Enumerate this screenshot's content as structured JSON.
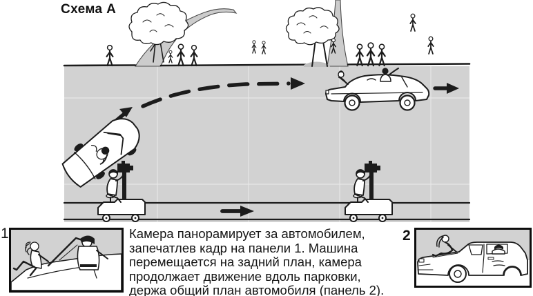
{
  "title": "Схема А",
  "panels": [
    {
      "label": "1"
    },
    {
      "label": "2"
    }
  ],
  "caption": {
    "lines": [
      "Камера панорамирует за автомобилем,",
      "запечатлев кадр на панели 1. Машина",
      "перемещается на задний план, камера",
      "продолжает движение вдоль парковки,",
      "держа общий план автомобиля (панель 2)."
    ]
  },
  "colors": {
    "ink": "#1c1c1c",
    "parking_lot": "#d2d2d2",
    "road": "#cccccc"
  },
  "scene": {
    "elements": [
      "trees",
      "pedestrians",
      "branch-road",
      "side-road",
      "parking-lot",
      "foreground-convertible",
      "dashed-pan-path-arrow",
      "background-car",
      "forward-arrows",
      "dolly-track",
      "camera-dolly-operator-left",
      "camera-dolly-operator-right"
    ]
  }
}
